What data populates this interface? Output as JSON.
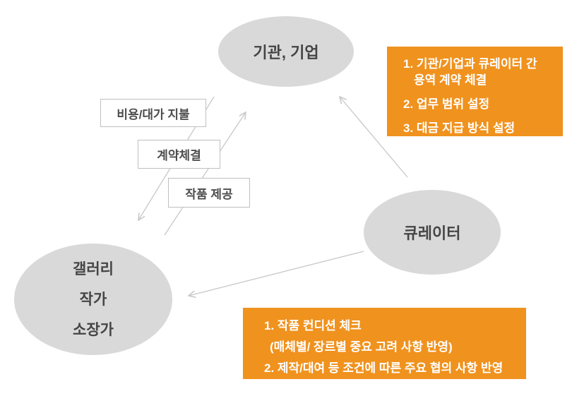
{
  "diagram": {
    "nodes": {
      "institution": {
        "label": "기관, 기업"
      },
      "curator": {
        "label": "큐레이터"
      },
      "gallery": {
        "lines": [
          "갤러리",
          "작가",
          "소장가"
        ]
      }
    },
    "edge_labels": {
      "pay": "비용/대가 지불",
      "contract": "계약체결",
      "artwork": "작품 제공"
    },
    "callouts": {
      "institution_curator": {
        "lines": [
          "1. 기관/기업과 큐레이터 간",
          "용역 계약 체결",
          "2. 업무 범위 설정",
          "3. 대금 지급 방식 설정"
        ]
      },
      "curator_gallery": {
        "lines": [
          "1. 작품 컨디션 체크",
          "(매체별/ 장르별 중요 고려 사항 반영)",
          "2. 제작/대여 등 조건에 따른 주요 협의 사항 반영"
        ]
      }
    },
    "colors": {
      "ellipse_fill": "#d9d9d9",
      "ellipse_text": "#454545",
      "label_box_border": "#bfbfbf",
      "label_box_text": "#4d4d4d",
      "arrow": "#c8c8c8",
      "callout_bg": "#f0921e",
      "callout_text": "#ffffff"
    }
  }
}
